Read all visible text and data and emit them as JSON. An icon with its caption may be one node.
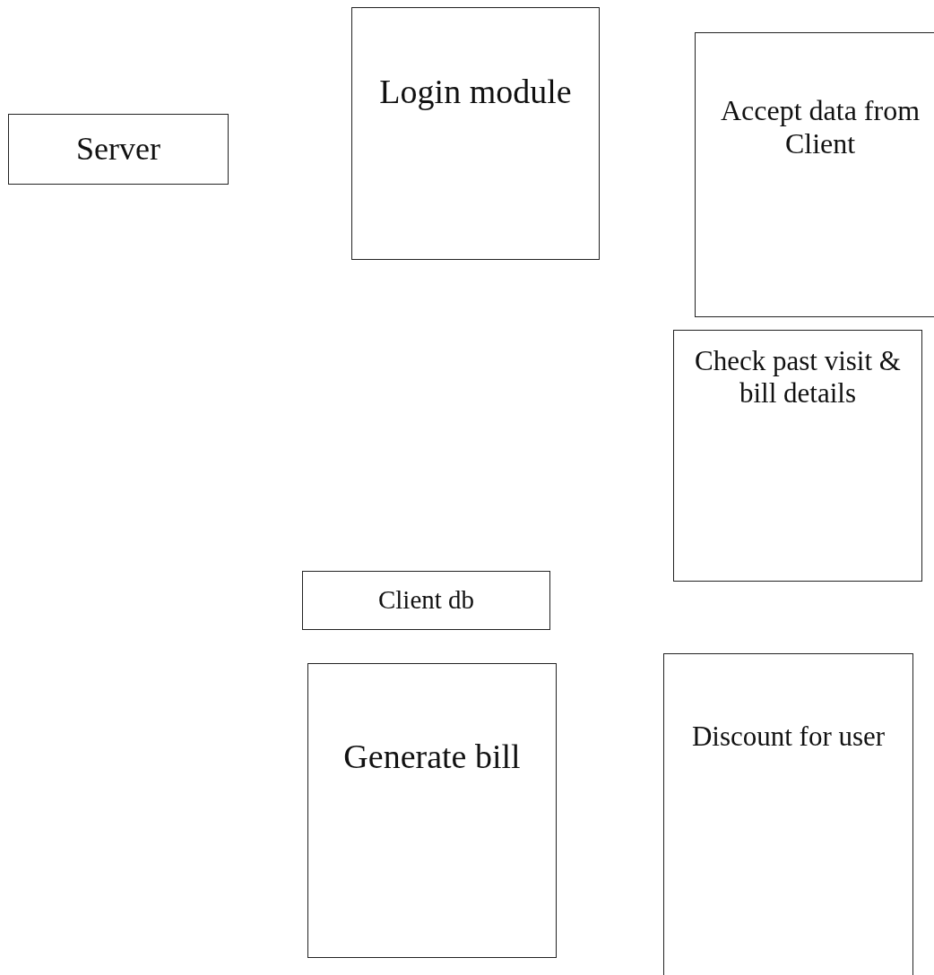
{
  "diagram": {
    "nodes": [
      {
        "text": [
          "Server"
        ]
      },
      {
        "text": [
          "Login module"
        ]
      },
      {
        "text": [
          "Accept data from Client"
        ]
      },
      {
        "text": [
          "Check past visit & bill details"
        ]
      },
      {
        "text": [
          "Client db"
        ]
      },
      {
        "text": [
          "Generate bill"
        ]
      },
      {
        "text": [
          "Discount for user"
        ]
      }
    ]
  }
}
